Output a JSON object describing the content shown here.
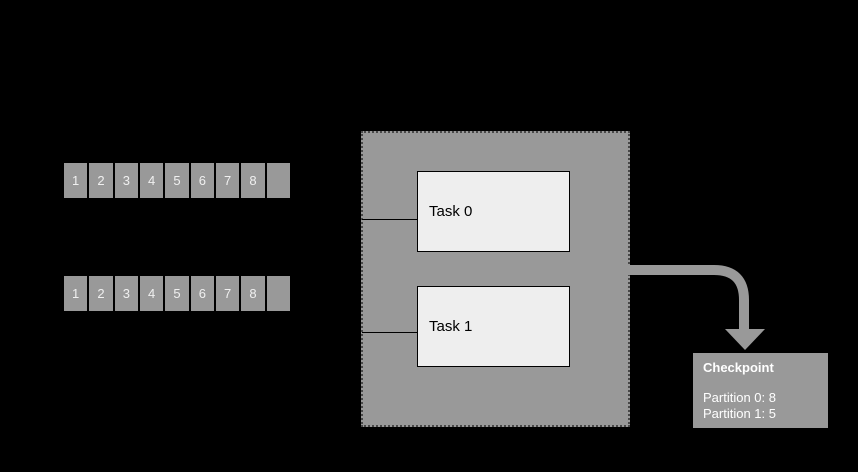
{
  "diagram": {
    "background_color": "#000000",
    "gray_color": "#999999",
    "task_fill_color": "#eeeeee",
    "dotted_border_color": "#484848",
    "text_on_gray_color": "#ffffff"
  },
  "streams": [
    {
      "id": "stream-top",
      "cells": [
        "1",
        "2",
        "3",
        "4",
        "5",
        "6",
        "7",
        "8",
        ""
      ]
    },
    {
      "id": "stream-bottom",
      "cells": [
        "1",
        "2",
        "3",
        "4",
        "5",
        "6",
        "7",
        "8",
        ""
      ]
    }
  ],
  "tasks": [
    {
      "label": "Task 0"
    },
    {
      "label": "Task 1"
    }
  ],
  "checkpoint": {
    "title": "Checkpoint",
    "entries": [
      "Partition 0: 8",
      "Partition 1: 5"
    ]
  }
}
